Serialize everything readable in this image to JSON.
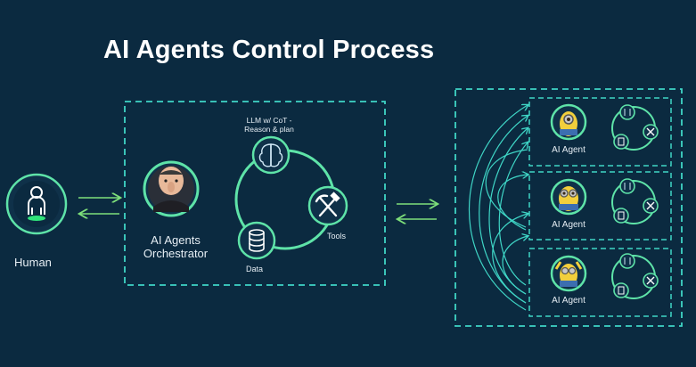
{
  "title": "AI Agents Control Process",
  "human": {
    "label": "Human",
    "icon": "person-icon"
  },
  "orchestrator": {
    "label": "AI Agents Orchestrator",
    "avatar": "orchestrator-avatar"
  },
  "cycle": {
    "llm_label": "LLM w/ CoT - Reason & plan",
    "tools_label": "Tools",
    "data_label": "Data",
    "llm_icon": "brain-icon",
    "tools_icon": "hammer-pickaxe-icon",
    "data_icon": "database-icon"
  },
  "agents": [
    {
      "label": "AI Agent"
    },
    {
      "label": "AI Agent"
    },
    {
      "label": "AI Agent"
    }
  ],
  "colors": {
    "background": "#0b2a40",
    "accent": "#3fd6c6",
    "node_ring": "#5ee3a8",
    "arrow": "#7ee07a",
    "node_fill": "#123a52"
  }
}
